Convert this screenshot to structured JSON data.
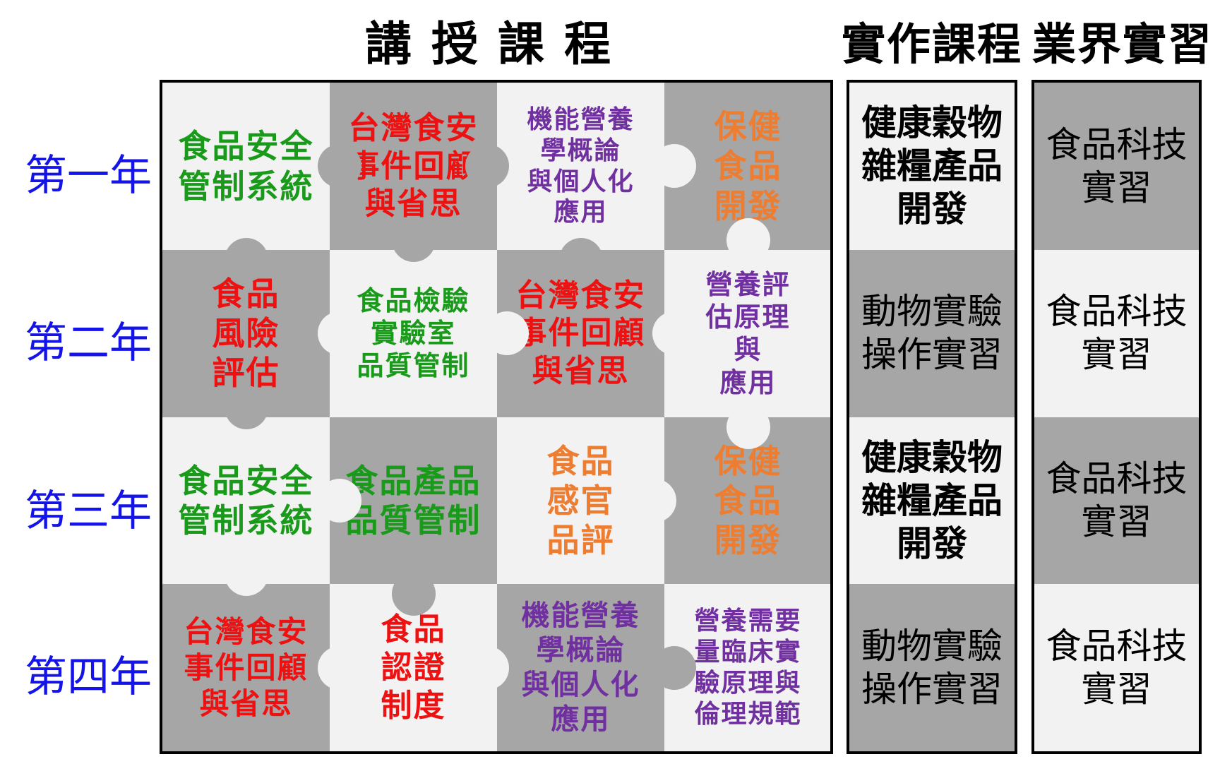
{
  "headers": {
    "lecture": "講授課程",
    "practical": "實作課程",
    "internship": "業界實習"
  },
  "years": [
    "第一年",
    "第二年",
    "第三年",
    "第四年"
  ],
  "colors": {
    "green": "#1a9a1a",
    "red": "#ee1111",
    "purple": "#7030a0",
    "orange": "#ed7d31",
    "year_blue": "#1414e8",
    "light_tile": "#f2f2f2",
    "dark_tile": "#a6a6a6"
  },
  "lecture_courses": [
    [
      {
        "text": "食品安全\n管制系統",
        "color": "green"
      },
      {
        "text": "台灣食安\n事件回顧\n與省思",
        "color": "red"
      },
      {
        "text": "機能營養\n學概論\n與個人化\n應用",
        "color": "purple"
      },
      {
        "text": "保健\n食品\n開發",
        "color": "orange"
      }
    ],
    [
      {
        "text": "食品\n風險\n評估",
        "color": "red"
      },
      {
        "text": "食品檢驗\n實驗室\n品質管制",
        "color": "green"
      },
      {
        "text": "台灣食安\n事件回顧\n與省思",
        "color": "red"
      },
      {
        "text": "營養評\n估原理\n與\n應用",
        "color": "purple"
      }
    ],
    [
      {
        "text": "食品安全\n管制系統",
        "color": "green"
      },
      {
        "text": "食品產品\n品質管制",
        "color": "green"
      },
      {
        "text": "食品\n感官\n品評",
        "color": "orange"
      },
      {
        "text": "保健\n食品\n開發",
        "color": "orange"
      }
    ],
    [
      {
        "text": "台灣食安\n事件回顧\n與省思",
        "color": "red"
      },
      {
        "text": "食品\n認證\n制度",
        "color": "red"
      },
      {
        "text": "機能營養\n學概論\n與個人化\n應用",
        "color": "purple"
      },
      {
        "text": "營養需要\n量臨床實\n驗原理與\n倫理規範",
        "color": "purple"
      }
    ]
  ],
  "practical_courses": [
    "健康穀物\n雜糧產品\n開發",
    "動物實驗\n操作實習",
    "健康穀物\n雜糧產品\n開發",
    "動物實驗\n操作實習"
  ],
  "internships": [
    "食品科技\n實習",
    "食品科技\n實習",
    "食品科技\n實習",
    "食品科技\n實習"
  ]
}
